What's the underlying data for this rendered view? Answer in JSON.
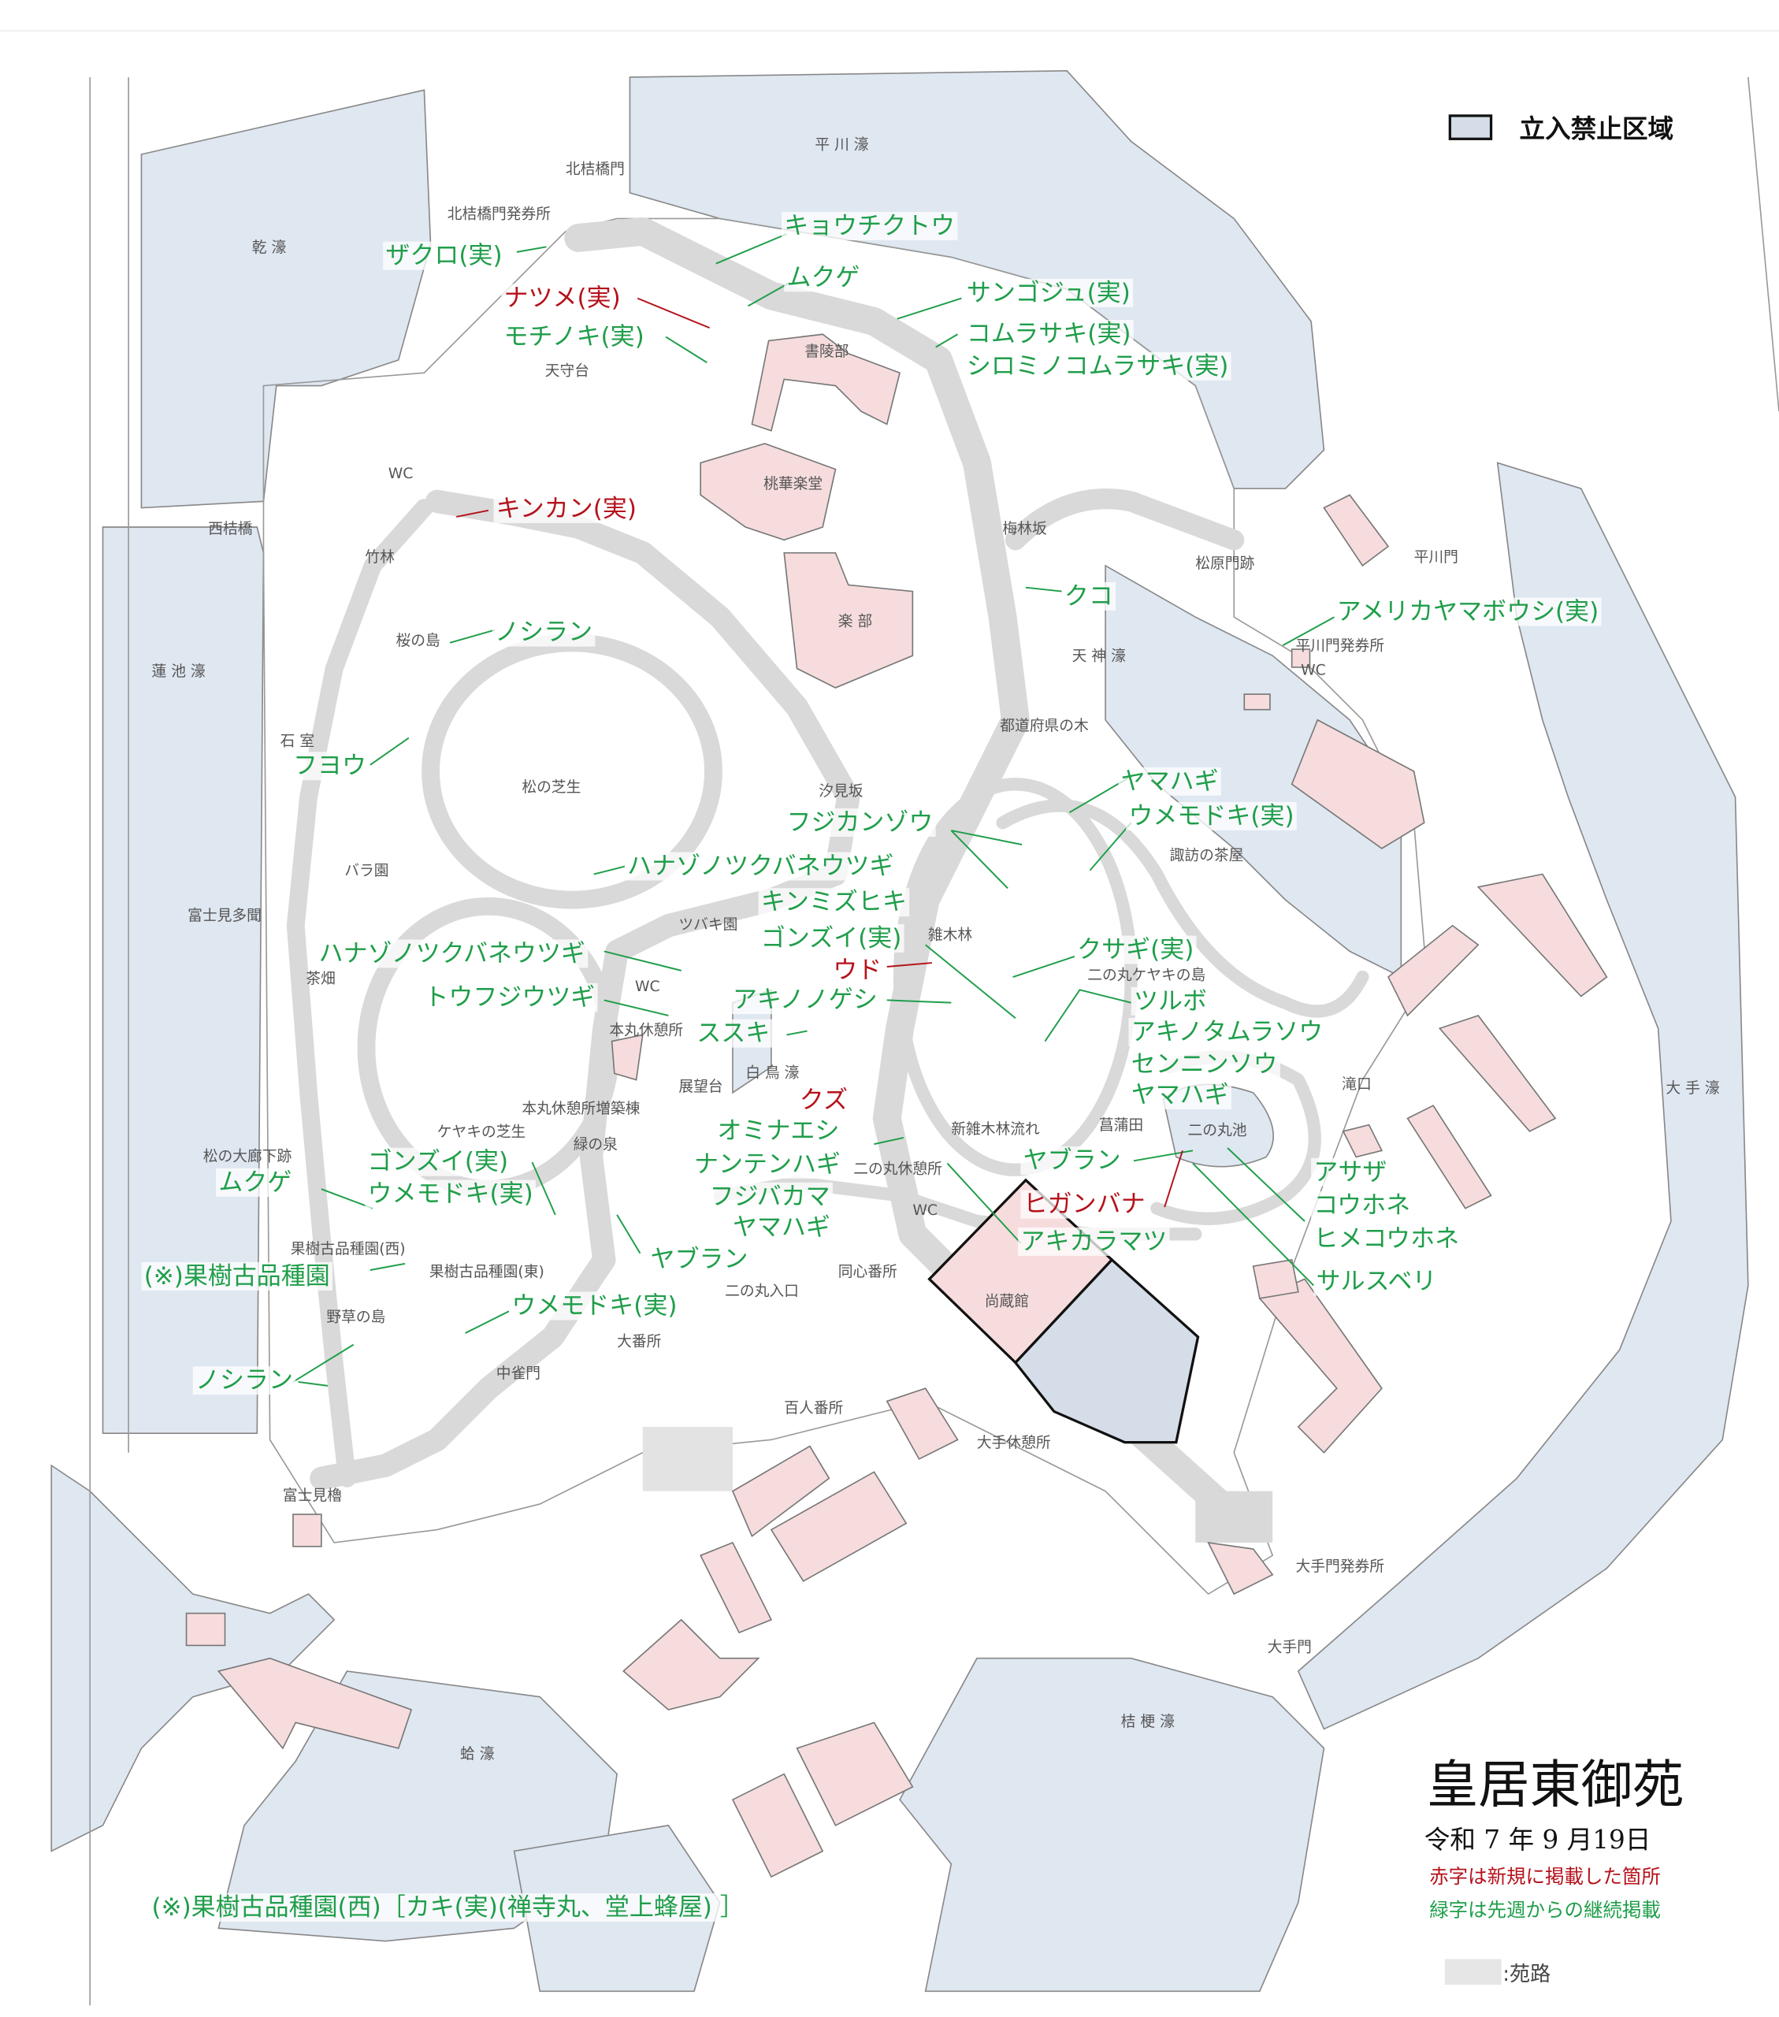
{
  "title": "皇居東御苑",
  "date": "令和 7 年 9 月19日",
  "note_red": "赤字は新規に掲載した箇所",
  "note_green": "緑字は先週からの継続掲載",
  "legend": {
    "restricted_label": "立入禁止区域",
    "path_label": ":苑路",
    "restricted_color": "#d5dde8",
    "path_color": "#e6e6e6"
  },
  "colors": {
    "new": "#b5121b",
    "continuing": "#1f9e4a",
    "water": "#dfe7f1",
    "building": "#f6dcdd"
  },
  "plants_green": [
    "ザクロ(実)",
    "キョウチクトウ",
    "ムクゲ",
    "サンゴジュ(実)",
    "コムラサキ(実)",
    "シロミノコムラサキ(実)",
    "モチノキ(実)",
    "ノシラン",
    "フヨウ",
    "アメリカヤマボウシ(実)",
    "クコ",
    "ヤマハギ",
    "ウメモドキ(実)",
    "フジカンゾウ",
    "ハナゾノツクバネウツギ",
    "キンミズヒキ",
    "ゴンズイ(実)",
    "ハナゾノツクバネウツギ",
    "クサギ(実)",
    "トウフジウツギ",
    "アキノノゲシ",
    "ツルボ",
    "ススキ",
    "アキノタムラソウ",
    "センニンソウ",
    "ヤマハギ",
    "オミナエシ",
    "ゴンズイ(実)",
    "ムクゲ",
    "ヤブラン",
    "ナンテンハギ",
    "ウメモドキ(実)",
    "アサザ",
    "フジバカマ",
    "コウホネ",
    "ヤマハギ",
    "ヒメコウホネ",
    "アキカラマツ",
    "ヤブラン",
    "(※)果樹古品種園",
    "サルスベリ",
    "ウメモドキ(実)",
    "ノシラン",
    "(※)果樹古品種園(西)［カキ(実)(禅寺丸、堂上蜂屋) ］"
  ],
  "plants_red": [
    "ナツメ(実)",
    "キンカン(実)",
    "ウド",
    "クズ",
    "ヒガンバナ"
  ],
  "places": [
    "北桔橋門",
    "平 川 濠",
    "乾 濠",
    "北桔橋門発券所",
    "書陵部",
    "天守台",
    "WC",
    "桃華楽堂",
    "西桔橋",
    "竹林",
    "梅林坂",
    "松原門跡",
    "平川門",
    "楽 部",
    "桜の島",
    "天 神 濠",
    "平川門発券所",
    "WC",
    "蓮 池 濠",
    "石 室",
    "都道府県の木",
    "松の芝生",
    "汐見坂",
    "諏訪の茶屋",
    "バラ園",
    "ツバキ園",
    "富士見多聞",
    "雑木林",
    "茶畑",
    "WC",
    "二の丸ケヤキの島",
    "白 鳥 濠",
    "本丸休憩所",
    "展望台",
    "大 手 濠",
    "滝口",
    "本丸休憩所増築棟",
    "菖蒲田",
    "二の丸池",
    "ケヤキの芝生",
    "緑の泉",
    "松の大廊下跡",
    "新雑木林流れ",
    "二の丸休憩所",
    "WC",
    "果樹古品種園(西)",
    "果樹古品種園(東)",
    "二の丸入口",
    "同心番所",
    "尚蔵館",
    "野草の島",
    "大番所",
    "中雀門",
    "百人番所",
    "大手休憩所",
    "富士見櫓",
    "大手門発券所",
    "大手門",
    "桔 梗 濠",
    "蛤 濠"
  ]
}
